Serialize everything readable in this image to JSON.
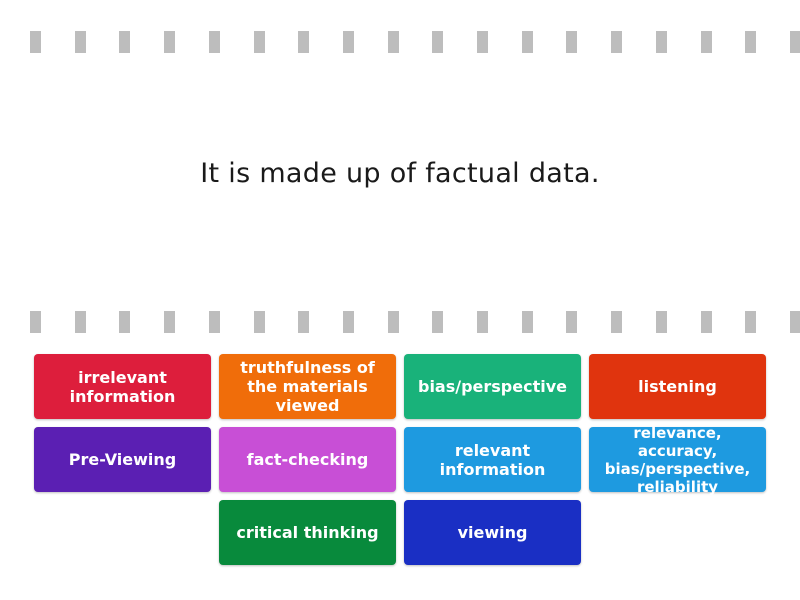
{
  "question": {
    "text": "It is made up of factual  data."
  },
  "tiles": [
    {
      "label": "irrelevant information",
      "color": "#dd1e3c"
    },
    {
      "label": "truthfulness of the materials viewed",
      "color": "#f06d0a"
    },
    {
      "label": "bias/perspective",
      "color": "#19b27a"
    },
    {
      "label": "listening",
      "color": "#e0340e"
    },
    {
      "label": "Pre-Viewing",
      "color": "#5b1fb3"
    },
    {
      "label": "fact-checking",
      "color": "#c84fd6"
    },
    {
      "label": "relevant information",
      "color": "#1e9ae0"
    },
    {
      "label": "relevance, accuracy, bias/perspective, reliability",
      "color": "#1e9ae0"
    },
    {
      "label": "critical thinking",
      "color": "#088a3c"
    },
    {
      "label": "viewing",
      "color": "#1a2fc4"
    }
  ],
  "colors": {
    "dash": "#bdbdbd"
  }
}
